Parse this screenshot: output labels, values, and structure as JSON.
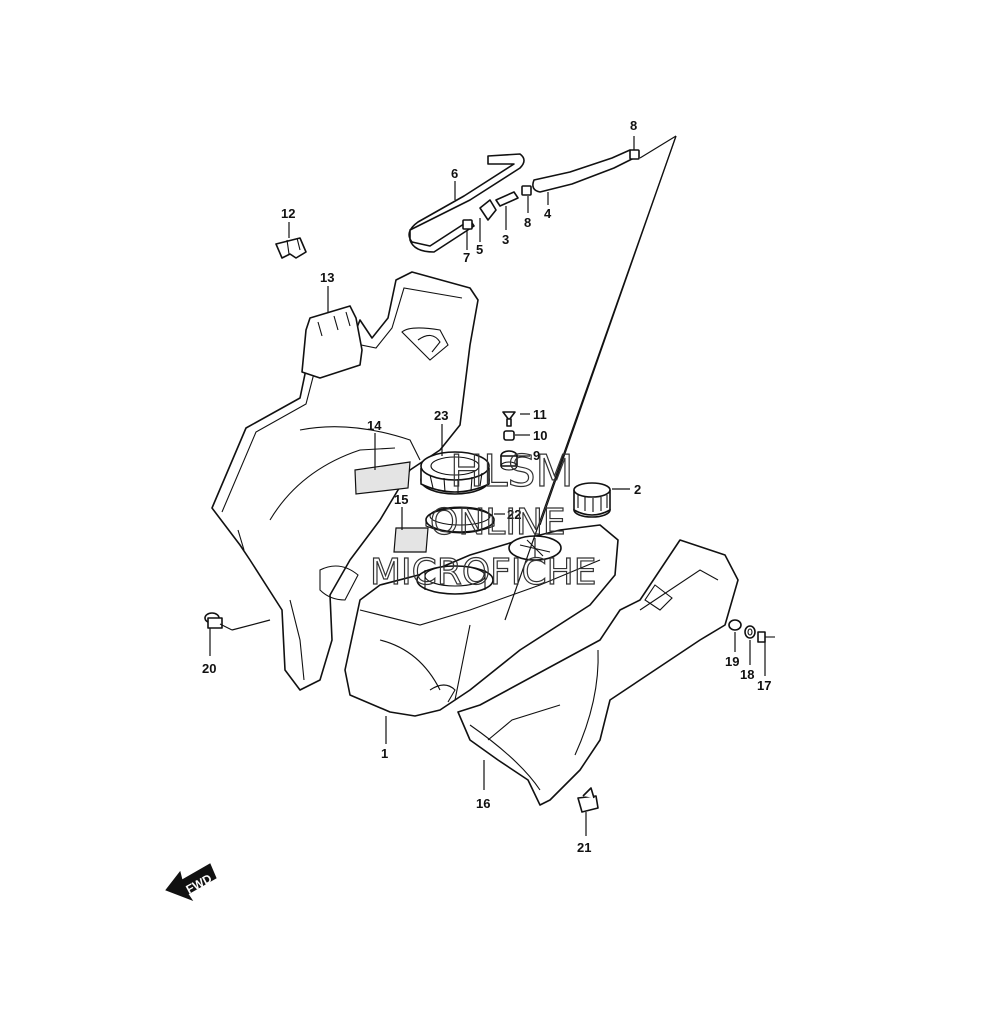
{
  "callouts": {
    "p1": "1",
    "p2": "2",
    "p3": "3",
    "p4": "4",
    "p5": "5",
    "p6": "6",
    "p7": "7",
    "p8a": "8",
    "p8b": "8",
    "p9": "9",
    "p10": "10",
    "p11": "11",
    "p12": "12",
    "p13": "13",
    "p14": "14",
    "p15": "15",
    "p16": "16",
    "p17": "17",
    "p18": "18",
    "p19": "19",
    "p20": "20",
    "p21": "21",
    "p22": "22",
    "p23": "23"
  },
  "watermark": {
    "line1": "HLSM",
    "line2": "ONLINE",
    "line3": "MICROFICHE"
  },
  "fwd_arrow": {
    "label": "FWD"
  }
}
